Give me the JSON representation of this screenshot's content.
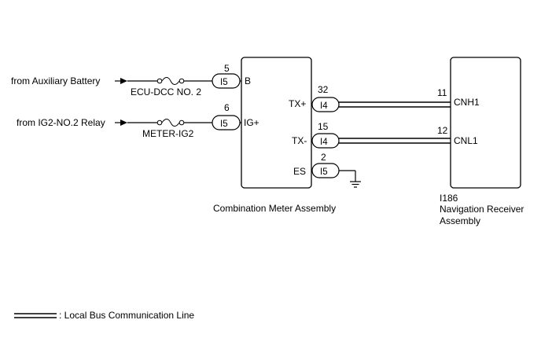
{
  "sources": {
    "aux_battery": "from Auxiliary Battery",
    "ig2_relay": "from IG2-NO.2 Relay"
  },
  "fuses": {
    "ecu_dcc": "ECU-DCC NO. 2",
    "meter_ig2": "METER-IG2"
  },
  "meter": {
    "name": "Combination Meter Assembly",
    "pins": [
      {
        "no": "5",
        "connector": "I5",
        "terminal": "B"
      },
      {
        "no": "6",
        "connector": "I5",
        "terminal": "IG+"
      },
      {
        "no": "32",
        "connector": "I4",
        "terminal": "TX+"
      },
      {
        "no": "15",
        "connector": "I4",
        "terminal": "TX-"
      },
      {
        "no": "2",
        "connector": "I5",
        "terminal": "ES"
      }
    ]
  },
  "receiver": {
    "code": "I186",
    "name_line1": "Navigation Receiver",
    "name_line2": "Assembly",
    "pins": [
      {
        "no": "11",
        "terminal": "CNH1"
      },
      {
        "no": "12",
        "terminal": "CNL1"
      }
    ]
  },
  "legend": {
    "text": ": Local Bus Communication Line"
  }
}
